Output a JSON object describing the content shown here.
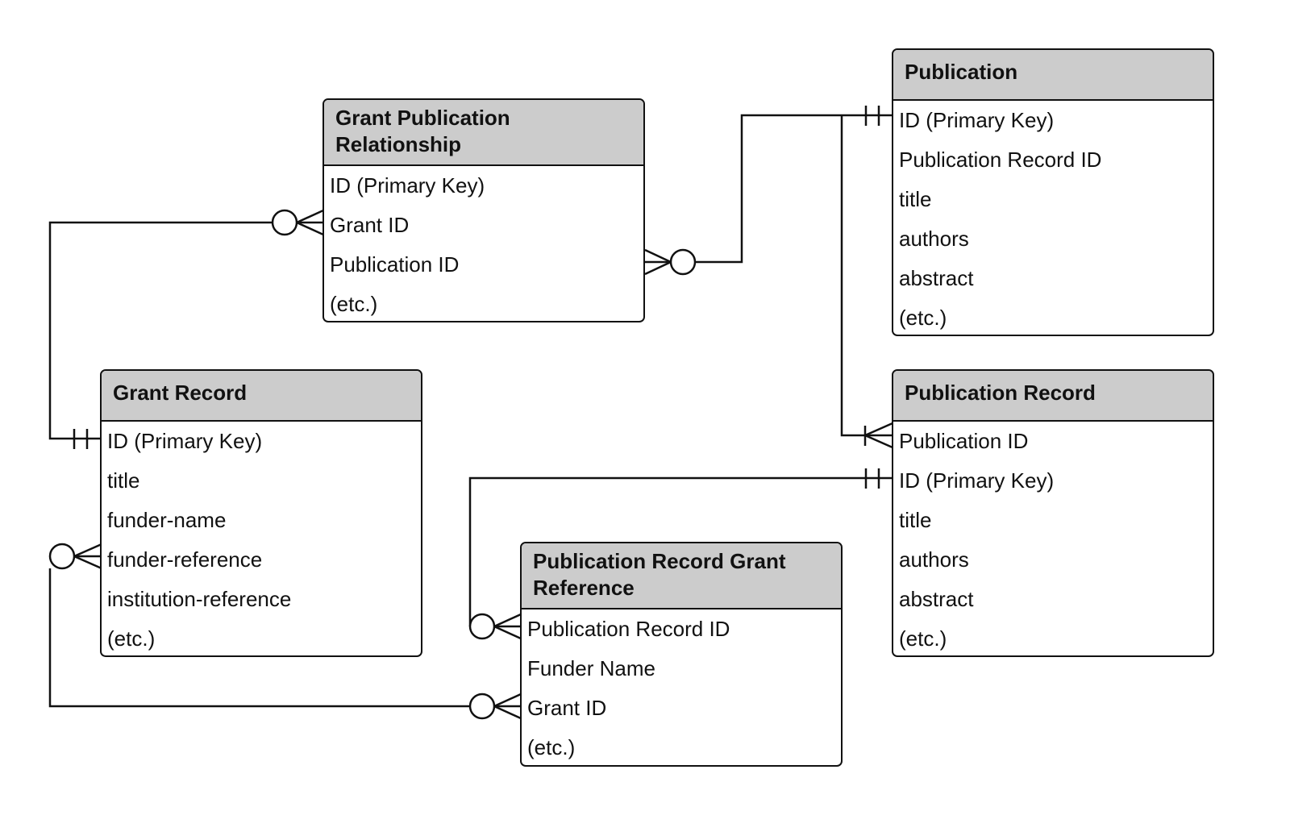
{
  "diagram": {
    "type": "entity-relationship",
    "entities": {
      "grant_publication_relationship": {
        "title": "Grant Publication Relationship",
        "fields": [
          "ID (Primary Key)",
          "Grant ID",
          "Publication ID",
          "(etc.)"
        ]
      },
      "publication": {
        "title": "Publication",
        "fields": [
          "ID (Primary Key)",
          "Publication Record ID",
          "title",
          "authors",
          "abstract",
          "(etc.)"
        ]
      },
      "grant_record": {
        "title": "Grant Record",
        "fields": [
          "ID (Primary Key)",
          "title",
          "funder-name",
          "funder-reference",
          "institution-reference",
          "(etc.)"
        ]
      },
      "publication_record": {
        "title": "Publication Record",
        "fields": [
          "Publication ID",
          "ID (Primary Key)",
          "title",
          "authors",
          "abstract",
          "(etc.)"
        ]
      },
      "publication_record_grant_reference": {
        "title": "Publication Record Grant Reference",
        "fields": [
          "Publication Record ID",
          "Funder Name",
          "Grant ID",
          "(etc.)"
        ]
      }
    },
    "relationships": [
      {
        "from": "Grant Record.ID (Primary Key)",
        "from_cardinality": "one-and-only-one",
        "to": "Grant Publication Relationship.Grant ID",
        "to_cardinality": "zero-or-many"
      },
      {
        "from": "Publication.ID (Primary Key)",
        "from_cardinality": "one-and-only-one",
        "to": "Grant Publication Relationship.Publication ID",
        "to_cardinality": "zero-or-many"
      },
      {
        "from": "Publication.ID (Primary Key)",
        "from_cardinality": "one-and-only-one",
        "to": "Publication Record.Publication ID",
        "to_cardinality": "one-or-many"
      },
      {
        "from": "Publication Record.ID (Primary Key)",
        "from_cardinality": "one-and-only-one",
        "to": "Publication Record Grant Reference.Publication Record ID",
        "to_cardinality": "zero-or-many"
      },
      {
        "from": "Grant Record.funder-reference",
        "from_cardinality": "zero-or-many",
        "to": "Publication Record Grant Reference.Grant ID",
        "to_cardinality": "zero-or-many"
      }
    ]
  }
}
